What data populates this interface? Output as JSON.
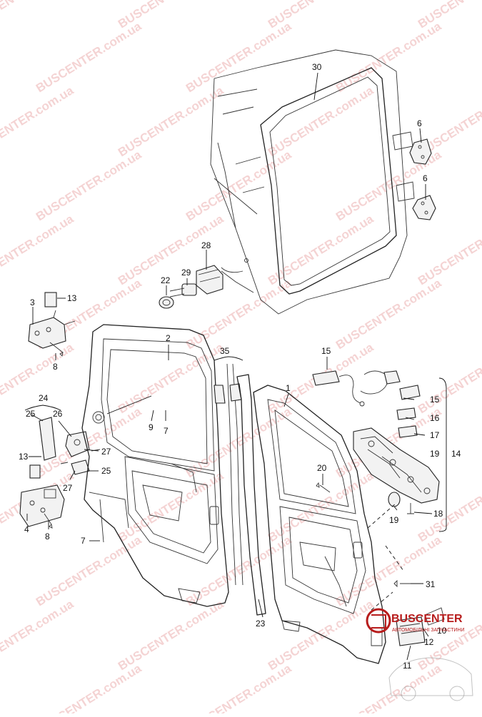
{
  "watermark": {
    "text": "BUSCENTER.com.ua",
    "color": "#e07a7a"
  },
  "logo": {
    "brand": "BUSCENTER",
    "tagline": "АВТОМОБІЛЬНІ ЗАПЧАСТИНИ",
    "color": "#b71c1c"
  },
  "callouts": {
    "c1": "1",
    "c2": "2",
    "c3": "3",
    "c4": "4",
    "c6a": "6",
    "c6b": "6",
    "c7a": "7",
    "c7b": "7",
    "c8a": "8",
    "c8b": "8",
    "c9": "9",
    "c10": "10",
    "c11": "11",
    "c12": "12",
    "c13a": "13",
    "c13b": "13",
    "c14": "14",
    "c15a": "15",
    "c15b": "15",
    "c16": "16",
    "c17": "17",
    "c18": "18",
    "c19a": "19",
    "c19b": "19",
    "c20": "20",
    "c22": "22",
    "c23": "23",
    "c24": "24",
    "c25a": "25",
    "c25b": "25",
    "c26": "26",
    "c27a": "27",
    "c27b": "27",
    "c28": "28",
    "c29": "29",
    "c30": "30",
    "c31": "31",
    "c35": "35"
  }
}
